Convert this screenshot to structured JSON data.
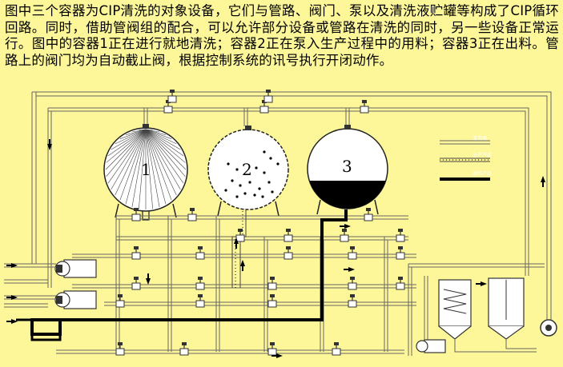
{
  "caption": "图中三个容器为CIP清洗的对象设备，它们与管路、阀门、泵以及清洗液贮罐等构成了CIP循环回路。同时，借助管阀组的配合，可以允许部分设备或管路在清洗的同时，另一些设备正常运行。图中的容器1正在进行就地清洗；容器2正在泵入生产过程中的用料；容器3正在出料。管路上的阀门均为自动截止阀，根据控制系统的讯号执行开闭动作。",
  "vessels": [
    {
      "label": "1",
      "state": "cleaning"
    },
    {
      "label": "2",
      "state": "filling"
    },
    {
      "label": "3",
      "state": "discharging"
    }
  ],
  "legend": [
    {
      "label": "清洗液",
      "line": "double"
    },
    {
      "label": "生产产品",
      "line": "dotted-double"
    },
    {
      "label": "出料产品",
      "line": "thick"
    }
  ],
  "colors": {
    "background": "#fdf79a",
    "pipe_outline": "#555555",
    "pipe_fill": "#ffffff",
    "product": "#000000",
    "vessel_fill": "#ffffff"
  },
  "icons": [
    "flow-arrow-icon",
    "valve-icon",
    "pump-icon",
    "tank-icon"
  ]
}
